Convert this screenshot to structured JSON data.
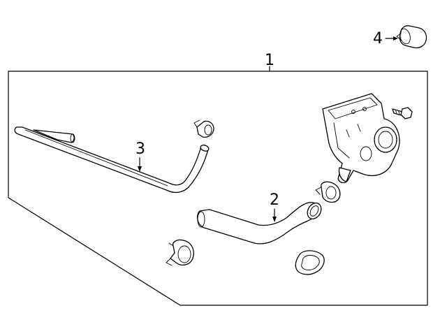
{
  "diagram": {
    "callouts": {
      "assembly": "1",
      "hose_lower": "2",
      "hose_upper": "3",
      "cap": "4"
    }
  }
}
